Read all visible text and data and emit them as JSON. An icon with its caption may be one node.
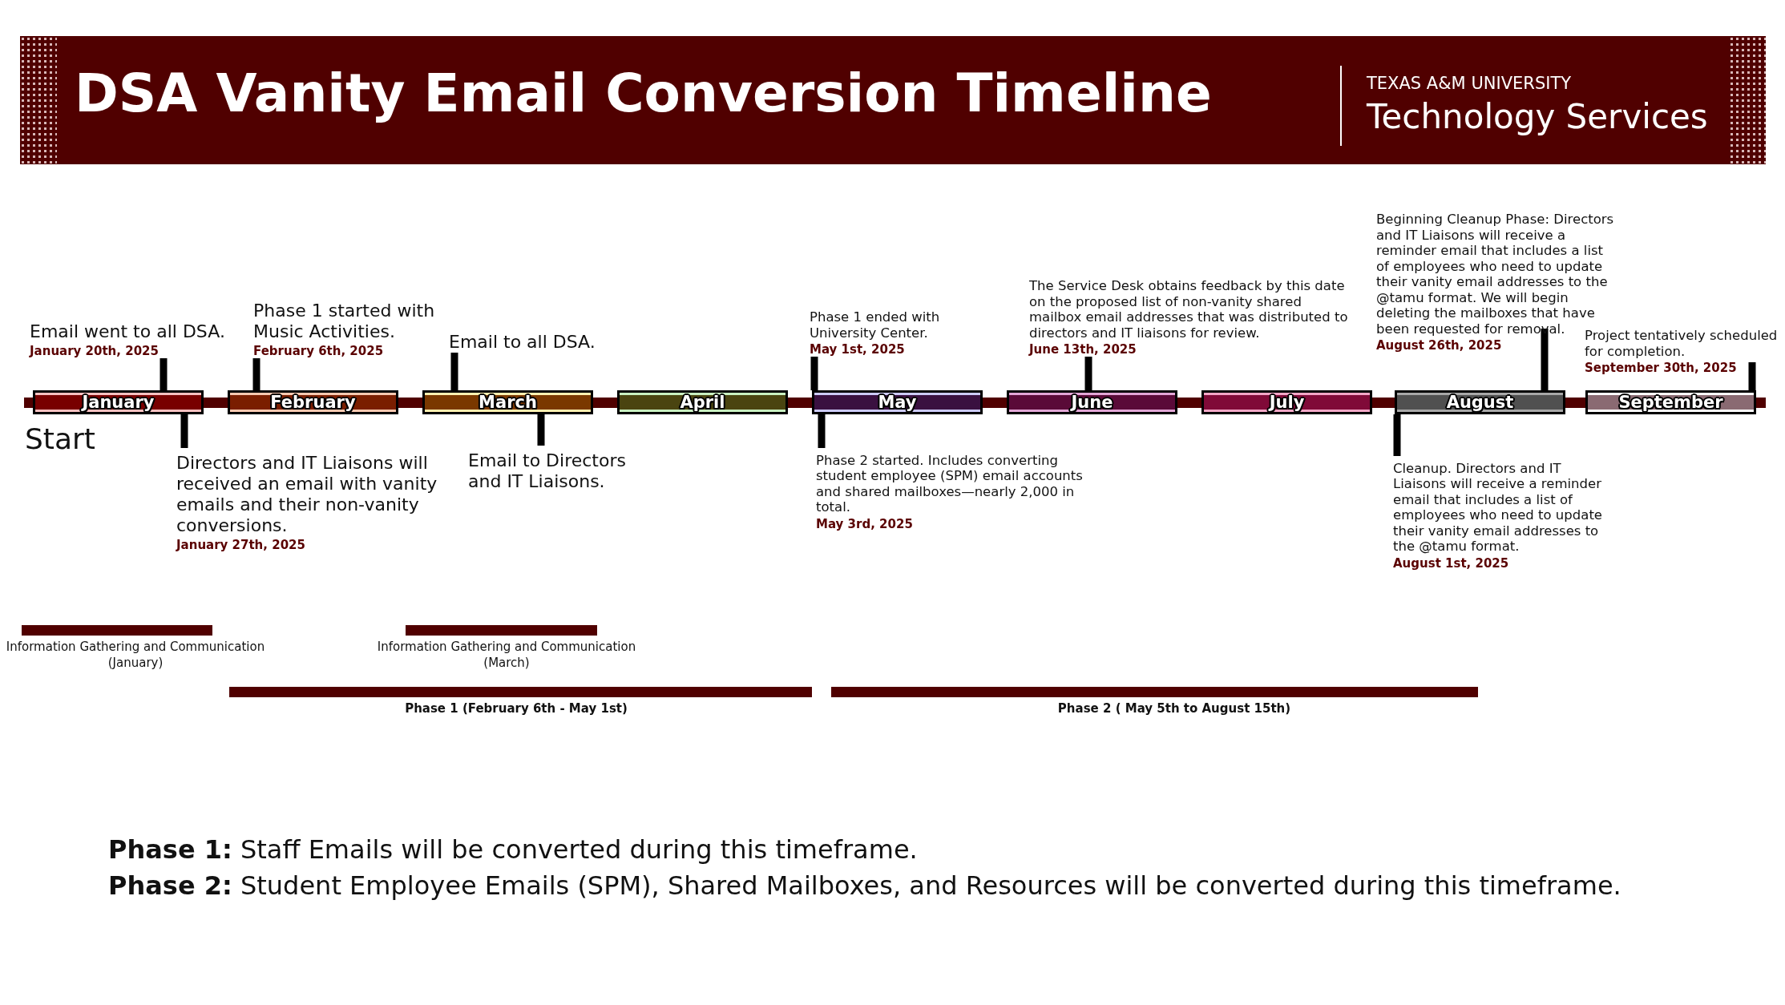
{
  "diagram": {
    "title": "DSA Vanity Email Conversion Timeline",
    "nodes": [
      {
        "text": [
          "January"
        ]
      },
      {
        "text": [
          "February"
        ]
      },
      {
        "text": [
          "March"
        ]
      },
      {
        "text": [
          "April"
        ]
      },
      {
        "text": [
          "May"
        ]
      },
      {
        "text": [
          "June"
        ]
      },
      {
        "text": [
          "July"
        ]
      },
      {
        "text": [
          "August"
        ]
      },
      {
        "text": [
          "September"
        ]
      },
      {
        "text": [
          "Email went to all DSA.",
          "January 20th, 2025"
        ]
      },
      {
        "text": [
          "Directors and IT Liaisons will received an email with vanity emails and their non-vanity conversions.",
          "January 27th, 2025"
        ]
      },
      {
        "text": [
          "Phase 1 started with Music Activities.",
          "February 6th, 2025"
        ]
      },
      {
        "text": [
          "Email to all DSA."
        ]
      },
      {
        "text": [
          "Email to Directors and IT Liaisons."
        ]
      },
      {
        "text": [
          "Phase 1 ended with University Center.",
          "May 1st, 2025"
        ]
      },
      {
        "text": [
          "Phase 2 started. Includes converting student employee (SPM) email accounts and shared mailboxes—nearly 2,000 in total.",
          "May 3rd, 2025"
        ]
      },
      {
        "text": [
          "The Service Desk obtains feedback by this date on the proposed list of non-vanity shared mailbox email addresses that was distributed to directors and IT liaisons for review.",
          "June 13th, 2025"
        ]
      },
      {
        "text": [
          "Beginning Cleanup Phase: Directors and IT Liaisons will receive a reminder email that includes a list of employees who need to update their vanity email addresses to the @tamu format. We will begin deleting the mailboxes that have been requested for removal.",
          "August 26th, 2025"
        ]
      },
      {
        "text": [
          "Cleanup. Directors and IT Liaisons will receive a reminder email that includes a list of employees who need to update their vanity email addresses to the @tamu format.",
          "August 1st, 2025"
        ]
      },
      {
        "text": [
          "Project tentatively scheduled for completion.",
          "September 30th, 2025"
        ]
      },
      {
        "text": [],
        "shape": "bar",
        "beside": [
          "Information Gathering and Communication (January)"
        ]
      },
      {
        "text": [],
        "shape": "bar",
        "beside": [
          "Information Gathering and Communication (March)"
        ]
      },
      {
        "text": [],
        "shape": "bar",
        "beside": [
          "Phase 1 (February 6th - May 1st)"
        ]
      },
      {
        "text": [],
        "shape": "bar",
        "beside": [
          "Phase 2 ( May 5th to August 15th)"
        ]
      }
    ],
    "edges": [
      {
        "from": 9,
        "to": 0,
        "arrow": "none"
      },
      {
        "from": 10,
        "to": 0,
        "arrow": "none"
      },
      {
        "from": 11,
        "to": 1,
        "arrow": "none"
      },
      {
        "from": 12,
        "to": 2,
        "arrow": "none"
      },
      {
        "from": 13,
        "to": 2,
        "arrow": "none"
      },
      {
        "from": 14,
        "to": 4,
        "arrow": "none"
      },
      {
        "from": 15,
        "to": 4,
        "arrow": "none"
      },
      {
        "from": 16,
        "to": 5,
        "arrow": "none"
      },
      {
        "from": 17,
        "to": 7,
        "arrow": "none"
      },
      {
        "from": 18,
        "to": 7,
        "arrow": "none"
      },
      {
        "from": 19,
        "to": 8,
        "arrow": "none"
      }
    ],
    "labels": [
      "TEXAS A&M UNIVERSITY",
      "Technology Services",
      "Start",
      "**Phase 1:** Staff Emails will be converted during this timeframe.",
      "**Phase 2:** Student Employee Emails (SPM), Shared Mailboxes, and Resources will be converted during this timeframe."
    ]
  }
}
